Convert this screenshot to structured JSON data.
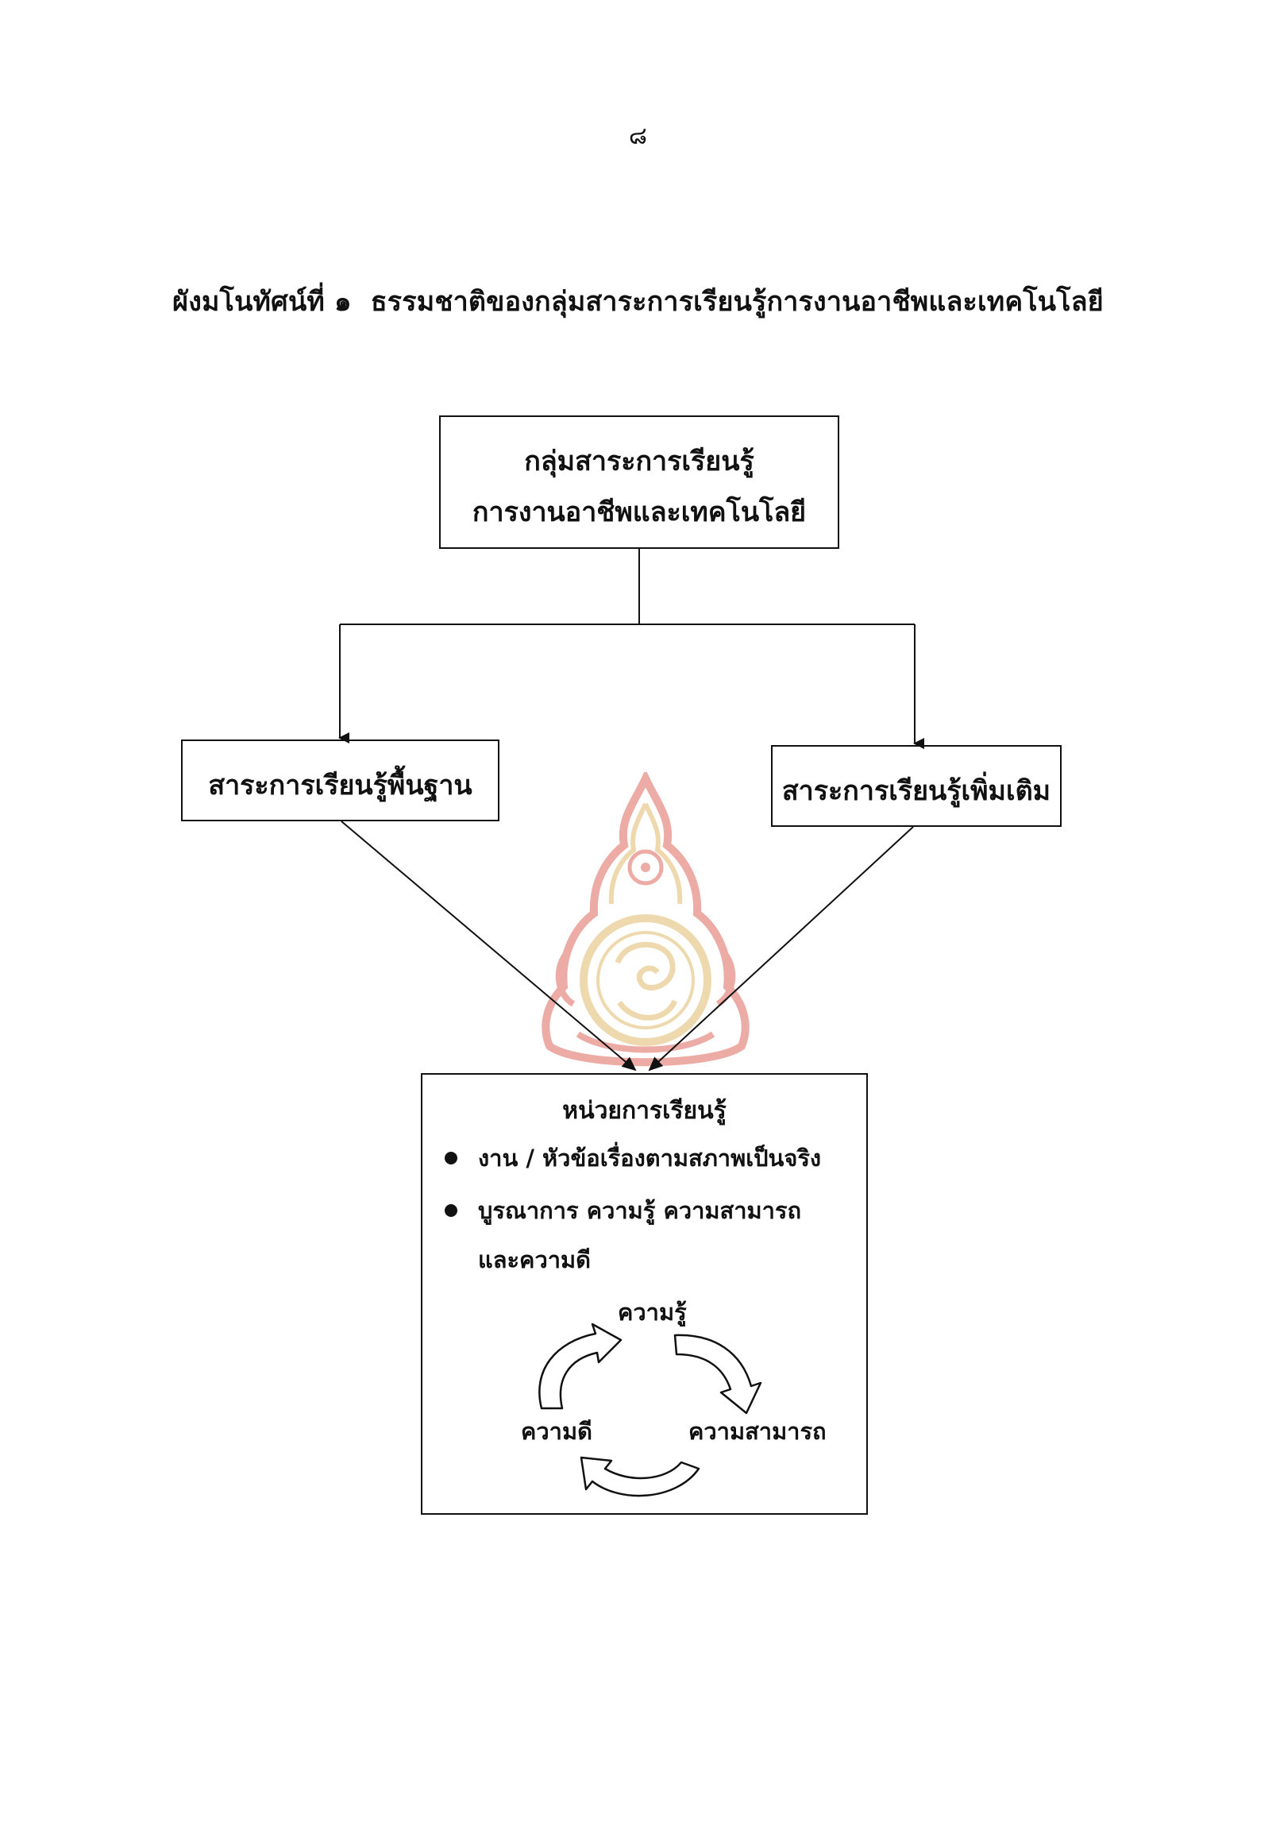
{
  "page_number": "๘",
  "figure": {
    "label": "ผังมโนทัศน์ที่ ๑",
    "title": "ธรรมชาติของกลุ่มสาระการเรียนรู้การงานอาชีพและเทคโนโลยี"
  },
  "top_box": {
    "line1": "กลุ่มสาระการเรียนรู้",
    "line2": "การงานอาชีพและเทคโนโลยี"
  },
  "left_box": {
    "label": "สาระการเรียนรู้พื้นฐาน"
  },
  "right_box": {
    "label": "สาระการเรียนรู้เพิ่มเติม"
  },
  "unit_box": {
    "title": "หน่วยการเรียนรู้",
    "bullets": [
      "งาน / หัวข้อเรื่องตามสภาพเป็นจริง",
      "บูรณาการ ความรู้ ความสามารถ และความดี"
    ],
    "cycle": {
      "top": "ความรู้",
      "right": "ความสามารถ",
      "left": "ความดี"
    }
  },
  "colors": {
    "ink": "#111111",
    "watermark_red": "#d23a2a",
    "watermark_gold": "#d8a640"
  }
}
